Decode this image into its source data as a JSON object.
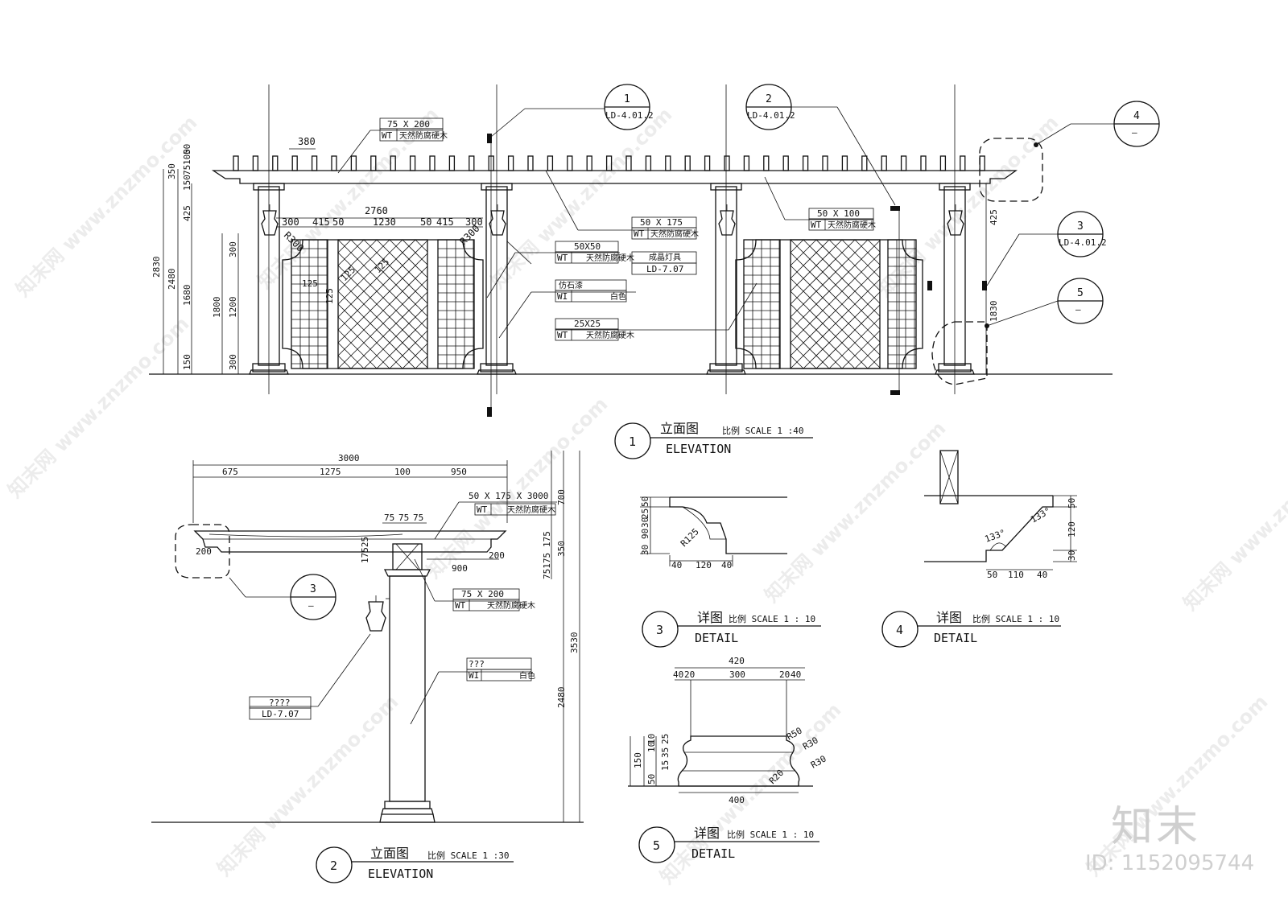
{
  "watermark": {
    "text": "知末网 www.znzmo.com",
    "wordmark": "知末",
    "id_label": "ID: 1152095744"
  },
  "elevation1": {
    "title_cn": "立面图",
    "scale": "比例 SCALE 1 :40",
    "title_en": "ELEVATION",
    "number": "1",
    "dims": {
      "d380": "380",
      "d2760": "2760",
      "d300a": "300",
      "d415a": "415",
      "d50a": "50",
      "d1230": "1230",
      "d50b": "50",
      "d415b": "415",
      "d300b": "300",
      "r300a": "R300",
      "r300b": "R300",
      "d125a": "125",
      "d125b": "125",
      "d125c": "125",
      "d125d": "125",
      "v350": "350",
      "v150a": "150",
      "v75": "75",
      "v50": "50",
      "v100": "100",
      "v425": "425",
      "v2830": "2830",
      "v2480": "2480",
      "v1680": "1680",
      "v150b": "150",
      "v1800": "1800",
      "v300a": "300",
      "v1200": "1200",
      "v300b": "300",
      "v425r": "425",
      "v1830": "1830"
    },
    "callouts": {
      "c75x200": "75 X 200",
      "c50x175": "50 X 175",
      "c50x50": "50X50",
      "c25x25": "25X25",
      "c50x100": "50 X 100",
      "wt": "WT",
      "wi": "WI",
      "wood": "天然防腐硬木",
      "lamp": "成晶灯具",
      "lamp_ref": "LD-7.07",
      "stone": "仿石漆",
      "white": "白色"
    },
    "sections": {
      "s1_num": "1",
      "s1_ref": "LD-4.01.2",
      "s2_num": "2",
      "s2_ref": "LD-4.01.2",
      "s3_num": "3",
      "s3_ref": "LD-4.01.2",
      "s4_num": "4",
      "s4_sub": "—",
      "s5_num": "5",
      "s5_sub": "—"
    }
  },
  "elevation2": {
    "title_cn": "立面图",
    "scale": "比例 SCALE 1 :30",
    "title_en": "ELEVATION",
    "number": "2",
    "dims": {
      "d3000": "3000",
      "d675": "675",
      "d1275": "1275",
      "d100": "100",
      "d950": "950",
      "d75a": "75",
      "d75b": "75",
      "d75c": "75",
      "d200a": "200",
      "d200b": "200",
      "d900": "900",
      "d17525": "17525",
      "v700": "700",
      "v175a": "175",
      "v350": "350",
      "v75175": "75175",
      "v3530": "3530",
      "v2480": "2480"
    },
    "callouts": {
      "beam": "50 X 175 X 3000",
      "post": "75 X 200",
      "wt": "WT",
      "wi": "WI",
      "wood": "天然防腐硬木",
      "q3": "???",
      "white": "白色",
      "q4": "????",
      "lamp_ref": "LD-7.07",
      "sec_num": "3",
      "sec_sub": "—"
    }
  },
  "detail3": {
    "title_cn": "详图",
    "scale": "比例 SCALE 1 : 10",
    "title_en": "DETAIL",
    "number": "3",
    "dims": {
      "v50": "50",
      "v25": "25",
      "v30a": "30",
      "v30b": "30",
      "v90": "90",
      "r125": "R125",
      "h40a": "40",
      "h120": "120",
      "h40b": "40"
    }
  },
  "detail4": {
    "title_cn": "详图",
    "scale": "比例 SCALE 1 : 10",
    "title_en": "DETAIL",
    "number": "4",
    "dims": {
      "v50": "50",
      "v120": "120",
      "v30": "30",
      "a1": "133°",
      "a2": "133°",
      "h50": "50",
      "h110": "110",
      "h40": "40"
    }
  },
  "detail5": {
    "title_cn": "详图",
    "scale": "比例 SCALE 1 : 10",
    "title_en": "DETAIL",
    "number": "5",
    "dims": {
      "d420": "420",
      "d40a": "40",
      "d20a": "20",
      "d300": "300",
      "d20b": "20",
      "d40b": "40",
      "d400": "400",
      "v150": "150",
      "v50": "50",
      "v15": "15",
      "v10a": "10",
      "v10b": "10",
      "v35": "35",
      "v25": "25",
      "r50": "R50",
      "r30a": "R30",
      "r30b": "R30",
      "r20": "R20"
    }
  }
}
